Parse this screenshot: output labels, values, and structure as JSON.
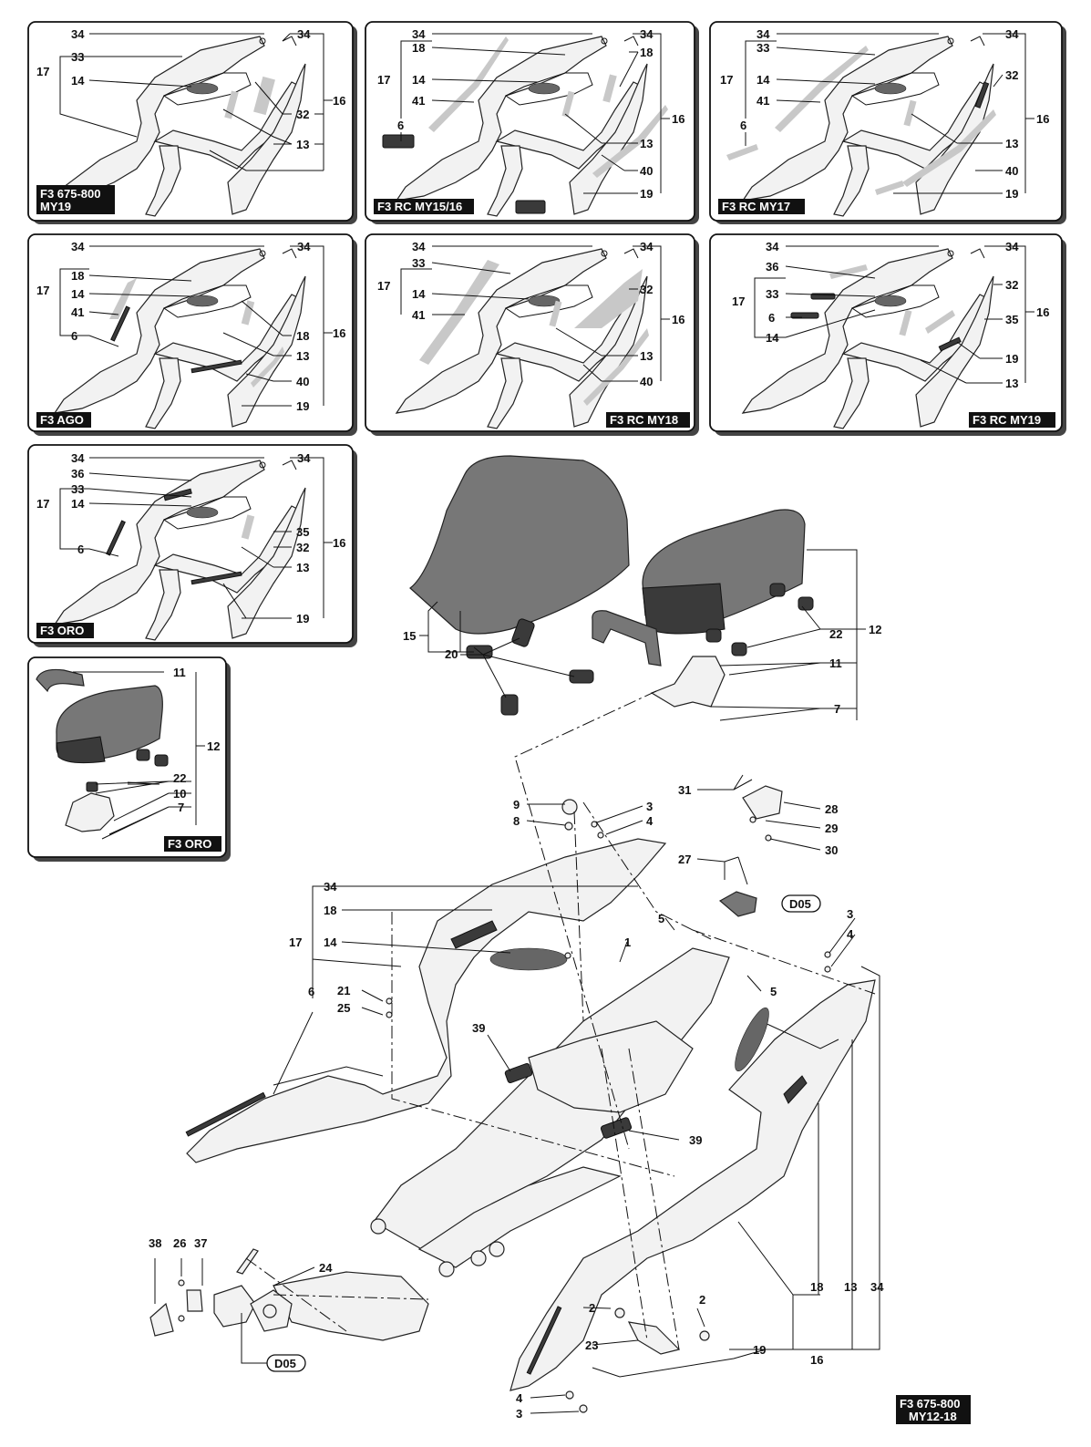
{
  "panels": [
    {
      "id": "p1",
      "tag": [
        "F3 675-800",
        "MY19"
      ]
    },
    {
      "id": "p2",
      "tag": [
        "F3 RC MY15/16"
      ]
    },
    {
      "id": "p3",
      "tag": [
        "F3 RC MY17"
      ]
    },
    {
      "id": "p4",
      "tag": [
        "F3 AGO"
      ]
    },
    {
      "id": "p5",
      "tag": [
        "F3 RC MY18"
      ]
    },
    {
      "id": "p6",
      "tag": [
        "F3 RC MY19"
      ]
    },
    {
      "id": "p7",
      "tag": [
        "F3 ORO"
      ]
    },
    {
      "id": "p8",
      "tag": [
        "F3 ORO"
      ]
    }
  ],
  "main_tag": [
    "F3 675-800",
    "MY12-18"
  ],
  "ref_code": "D05",
  "callouts": {
    "p1": [
      "34",
      "33",
      "17",
      "14",
      "34",
      "32",
      "16",
      "13"
    ],
    "p2": [
      "34",
      "18",
      "17",
      "14",
      "41",
      "6",
      "34",
      "18",
      "16",
      "13",
      "40",
      "19"
    ],
    "p3": [
      "34",
      "33",
      "17",
      "14",
      "41",
      "6",
      "34",
      "32",
      "16",
      "13",
      "40",
      "19"
    ],
    "p4": [
      "34",
      "18",
      "17",
      "14",
      "41",
      "6",
      "34",
      "18",
      "16",
      "13",
      "40",
      "19"
    ],
    "p5": [
      "34",
      "33",
      "17",
      "14",
      "41",
      "34",
      "32",
      "16",
      "13",
      "40"
    ],
    "p6": [
      "34",
      "36",
      "17",
      "33",
      "6",
      "14",
      "34",
      "32",
      "16",
      "35",
      "19",
      "13"
    ],
    "p7": [
      "34",
      "36",
      "33",
      "17",
      "14",
      "6",
      "34",
      "35",
      "32",
      "16",
      "13",
      "19"
    ],
    "p8": [
      "11",
      "12",
      "22",
      "10",
      "7"
    ],
    "main": [
      "15",
      "20",
      "22",
      "12",
      "11",
      "7",
      "9",
      "8",
      "3",
      "4",
      "31",
      "28",
      "29",
      "30",
      "27",
      "34",
      "18",
      "17",
      "14",
      "5",
      "1",
      "21",
      "25",
      "6",
      "39",
      "39",
      "3",
      "4",
      "5",
      "38",
      "26",
      "37",
      "24",
      "2",
      "23",
      "2",
      "19",
      "18",
      "16",
      "13",
      "34",
      "4",
      "3"
    ]
  }
}
